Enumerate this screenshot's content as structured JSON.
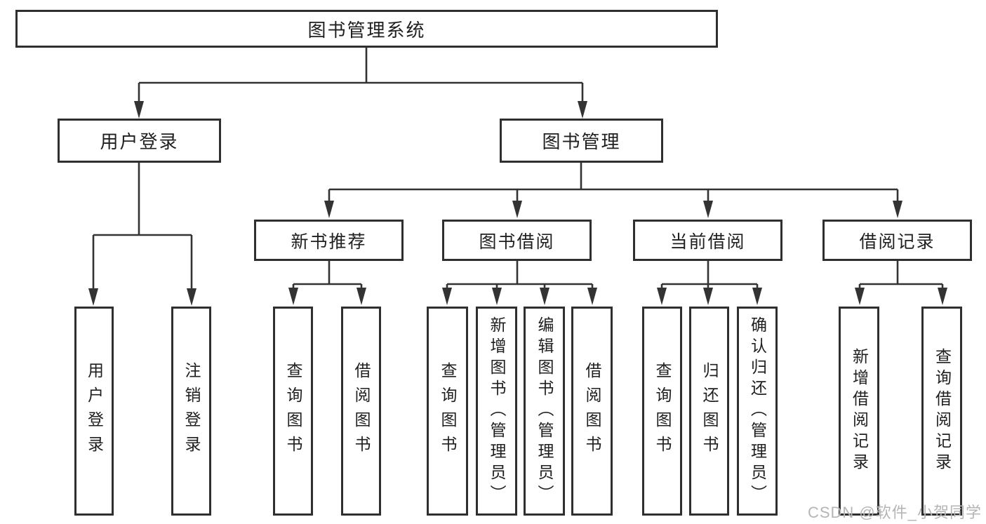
{
  "diagram": {
    "root": "图书管理系统",
    "level2": {
      "user_login": "用户登录",
      "book_management": "图书管理"
    },
    "level3": {
      "new_book_recommend": "新书推荐",
      "book_borrow": "图书借阅",
      "current_borrow": "当前借阅",
      "borrow_records": "借阅记录"
    },
    "leaves": {
      "user_login": [
        "用户登录",
        "注销登录"
      ],
      "new_book_recommend": [
        "查询图书",
        "借阅图书"
      ],
      "book_borrow": [
        "查询图书",
        "新增图书（管理员）",
        "编辑图书（管理员）",
        "借阅图书"
      ],
      "current_borrow": [
        "查询图书",
        "归还图书",
        "确认归还（管理员）"
      ],
      "borrow_records": [
        "新增借阅记录",
        "查询借阅记录"
      ]
    }
  },
  "watermark": "CSDN @软件_小贺同学",
  "colors": {
    "line": "#333333",
    "box_border": "#2f2f2f",
    "text": "#1f1f1f",
    "watermark": "#b5b5b5",
    "background": "#ffffff"
  }
}
